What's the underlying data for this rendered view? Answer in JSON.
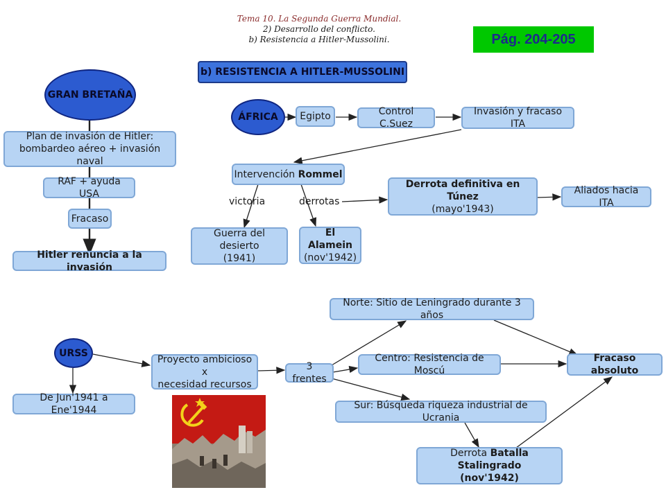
{
  "header": {
    "line1": "Tema 10. La Segunda Guerra Mundial.",
    "line2": "2) Desarrollo del conflicto.",
    "line3": "b) Resistencia a Hitler-Mussolini."
  },
  "page_ref": "Pág. 204-205",
  "section_title": "b) RESISTENCIA A HITLER-MUSSOLINI",
  "britain": {
    "title": "GRAN BRETAÑA",
    "plan_line1": "Plan de invasión de Hitler:",
    "plan_line2": "bombardeo aéreo + invasión naval",
    "raf": "RAF + ayuda USA",
    "fracaso": "Fracaso",
    "outcome": "Hitler renuncia a la invasión"
  },
  "africa": {
    "title": "ÁFRICA",
    "egipto": "Egipto",
    "suez": "Control C.Suez",
    "invasion": "Invasión y fracaso ITA",
    "intervencion": "Intervención ",
    "rommel": "Rommel",
    "victoria": "victoria",
    "derrotas": "derrotas",
    "desierto_line1": "Guerra del desierto",
    "desierto_line2": "(1941)",
    "alamein_line1": "El Alamein",
    "alamein_line2": "(nov'1942)",
    "tunez_line1": "Derrota definitiva en Túnez",
    "tunez_line2": "(mayo'1943)",
    "aliados": "Aliados hacia ITA"
  },
  "urss": {
    "title": "URSS",
    "dates": "De Jun'1941 a Ene'1944",
    "proyecto_line1": "Proyecto ambicioso x",
    "proyecto_line2": "necesidad recursos",
    "frentes": "3 frentes",
    "norte": "Norte: Sitio de Leningrado durante 3 años",
    "centro": "Centro: Resistencia de Moscú",
    "sur": "Sur: Búsqueda riqueza industrial de Ucrania",
    "derrota_prefix": "Derrota ",
    "stalingrado": "Batalla Stalingrado",
    "stalingrado_date": "(nov'1942)",
    "fracaso": "Fracaso absoluto"
  },
  "colors": {
    "node_fill": "#b7d4f4",
    "ellipse_fill": "#2c5bd0",
    "badge": "#00c800",
    "flag_red": "#c41a14",
    "hammer_sickle": "#f3d21a"
  }
}
